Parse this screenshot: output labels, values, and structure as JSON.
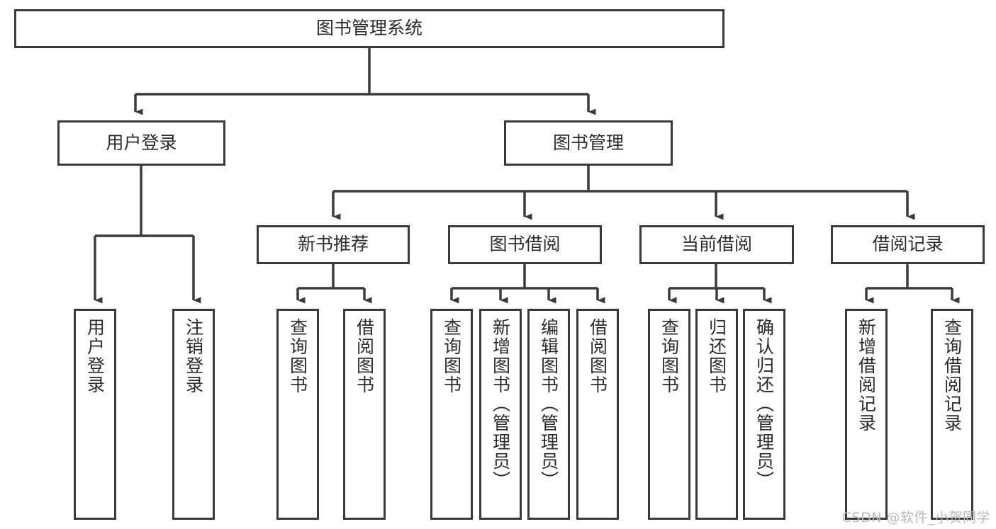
{
  "diagram": {
    "title": "图书管理系统",
    "type": "tree-hierarchy-chart",
    "watermark": "CSDN @软件_小贺同学",
    "colors": {
      "stroke": "#3a3a3a",
      "fill": "#ffffff",
      "text": "#2b2b2b",
      "watermark": "#b9b9b9"
    },
    "nodes": {
      "root": {
        "label": "图书管理系统"
      },
      "level2": [
        {
          "id": "user-login",
          "label": "用户登录"
        },
        {
          "id": "book-management",
          "label": "图书管理"
        }
      ],
      "level3": [
        {
          "id": "new-book-recommend",
          "label": "新书推荐"
        },
        {
          "id": "book-borrow",
          "label": "图书借阅"
        },
        {
          "id": "current-borrow",
          "label": "当前借阅"
        },
        {
          "id": "borrow-record",
          "label": "借阅记录"
        }
      ],
      "leaves": {
        "user_login": [
          {
            "id": "leaf-user-login",
            "label": "用户登录"
          },
          {
            "id": "leaf-logout-login",
            "label": "注销登录"
          }
        ],
        "new_book_recommend": [
          {
            "id": "leaf-query-book-1",
            "label": "查询图书"
          },
          {
            "id": "leaf-borrow-book-1",
            "label": "借阅图书"
          }
        ],
        "book_borrow": [
          {
            "id": "leaf-query-book-2",
            "label": "查询图书"
          },
          {
            "id": "leaf-add-book",
            "label": "新增图书（管理员）"
          },
          {
            "id": "leaf-edit-book",
            "label": "编辑图书（管理员）"
          },
          {
            "id": "leaf-borrow-book-2",
            "label": "借阅图书"
          }
        ],
        "current_borrow": [
          {
            "id": "leaf-query-book-3",
            "label": "查询图书"
          },
          {
            "id": "leaf-return-book",
            "label": "归还图书"
          },
          {
            "id": "leaf-confirm-return",
            "label": "确认归还（管理员）"
          }
        ],
        "borrow_record": [
          {
            "id": "leaf-add-record",
            "label": "新增借阅记录"
          },
          {
            "id": "leaf-query-record",
            "label": "查询借阅记录"
          }
        ]
      }
    }
  }
}
